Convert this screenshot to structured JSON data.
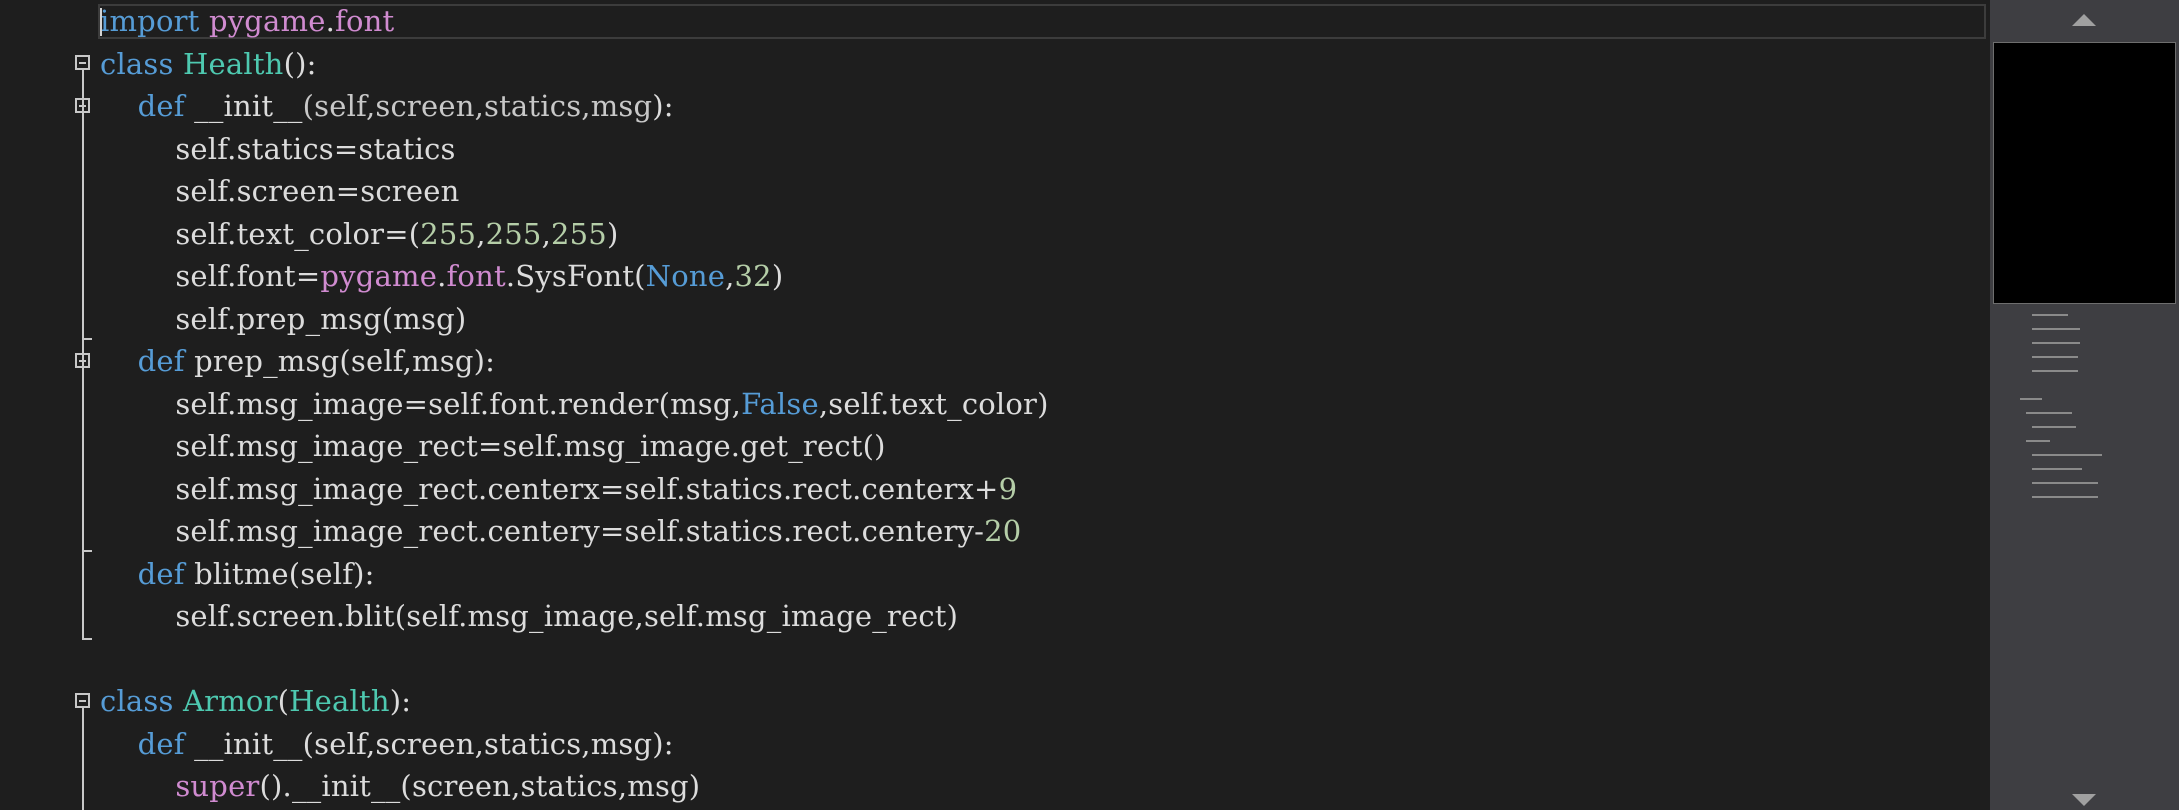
{
  "editor": {
    "lines": [
      [
        {
          "t": "import ",
          "c": "kw"
        },
        {
          "t": "pygame",
          "c": "pink"
        },
        {
          "t": ".",
          "c": ""
        },
        {
          "t": "font",
          "c": "pink"
        }
      ],
      [
        {
          "t": "class ",
          "c": "kw"
        },
        {
          "t": "Health",
          "c": "cls"
        },
        {
          "t": "():",
          "c": ""
        }
      ],
      [
        {
          "t": "    def ",
          "c": "kw"
        },
        {
          "t": "__init__",
          "c": ""
        },
        {
          "t": "(",
          "c": "dim"
        },
        {
          "t": "self,screen,statics,msg",
          "c": "dim"
        },
        {
          "t": "):",
          "c": ""
        }
      ],
      [
        {
          "t": "        self.statics=statics",
          "c": ""
        }
      ],
      [
        {
          "t": "        self.screen=screen",
          "c": ""
        }
      ],
      [
        {
          "t": "        self.text_color=(",
          "c": ""
        },
        {
          "t": "255",
          "c": "num"
        },
        {
          "t": ",",
          "c": ""
        },
        {
          "t": "255",
          "c": "num"
        },
        {
          "t": ",",
          "c": ""
        },
        {
          "t": "255",
          "c": "num"
        },
        {
          "t": ")",
          "c": ""
        }
      ],
      [
        {
          "t": "        self.font=",
          "c": ""
        },
        {
          "t": "pygame",
          "c": "pink"
        },
        {
          "t": ".",
          "c": ""
        },
        {
          "t": "font",
          "c": "pink"
        },
        {
          "t": ".SysFont(",
          "c": ""
        },
        {
          "t": "None",
          "c": "kw"
        },
        {
          "t": ",",
          "c": ""
        },
        {
          "t": "32",
          "c": "num"
        },
        {
          "t": ")",
          "c": ""
        }
      ],
      [
        {
          "t": "        self.prep_msg(msg)",
          "c": ""
        }
      ],
      [
        {
          "t": "    def ",
          "c": "kw"
        },
        {
          "t": "prep_msg(self,msg):",
          "c": ""
        }
      ],
      [
        {
          "t": "        self.msg_image=self.font.render(msg,",
          "c": ""
        },
        {
          "t": "False",
          "c": "kw"
        },
        {
          "t": ",self.text_color)",
          "c": ""
        }
      ],
      [
        {
          "t": "        self.msg_image_rect=self.msg_image.get_rect()",
          "c": ""
        }
      ],
      [
        {
          "t": "        self.msg_image_rect.centerx=self.statics.rect.centerx+",
          "c": ""
        },
        {
          "t": "9",
          "c": "num"
        }
      ],
      [
        {
          "t": "        self.msg_image_rect.centery=self.statics.rect.centery-",
          "c": ""
        },
        {
          "t": "20",
          "c": "num"
        }
      ],
      [
        {
          "t": "    def ",
          "c": "kw"
        },
        {
          "t": "blitme(self):",
          "c": ""
        }
      ],
      [
        {
          "t": "        self.screen.blit(self.msg_image,self.msg_image_rect)",
          "c": ""
        }
      ],
      [
        {
          "t": "",
          "c": ""
        }
      ],
      [
        {
          "t": "class ",
          "c": "kw"
        },
        {
          "t": "Armor",
          "c": "cls"
        },
        {
          "t": "(",
          "c": ""
        },
        {
          "t": "Health",
          "c": "cls"
        },
        {
          "t": "):",
          "c": ""
        }
      ],
      [
        {
          "t": "    def ",
          "c": "kw"
        },
        {
          "t": "__init__(self,screen,statics,msg):",
          "c": ""
        }
      ],
      [
        {
          "t": "        super",
          "c": "pink"
        },
        {
          "t": "().__init__(screen,statics,msg)",
          "c": ""
        }
      ]
    ]
  }
}
